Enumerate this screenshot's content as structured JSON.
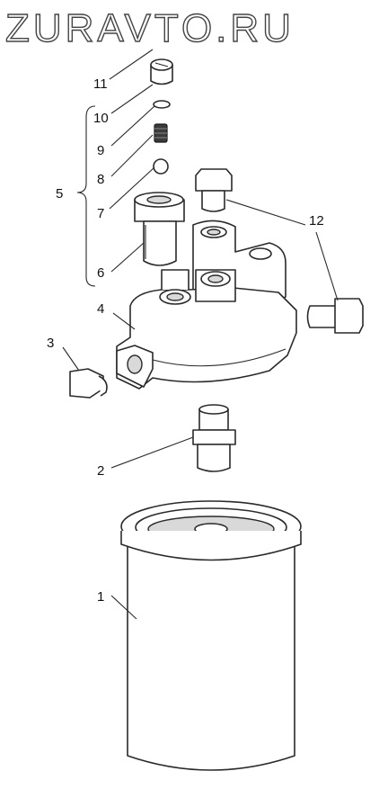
{
  "watermark": "ZURAVTO.RU",
  "callouts": {
    "c1": "1",
    "c2": "2",
    "c3": "3",
    "c4": "4",
    "c5": "5",
    "c6": "6",
    "c7": "7",
    "c8": "8",
    "c9": "9",
    "c10": "10",
    "c11": "11",
    "c12": "12"
  }
}
